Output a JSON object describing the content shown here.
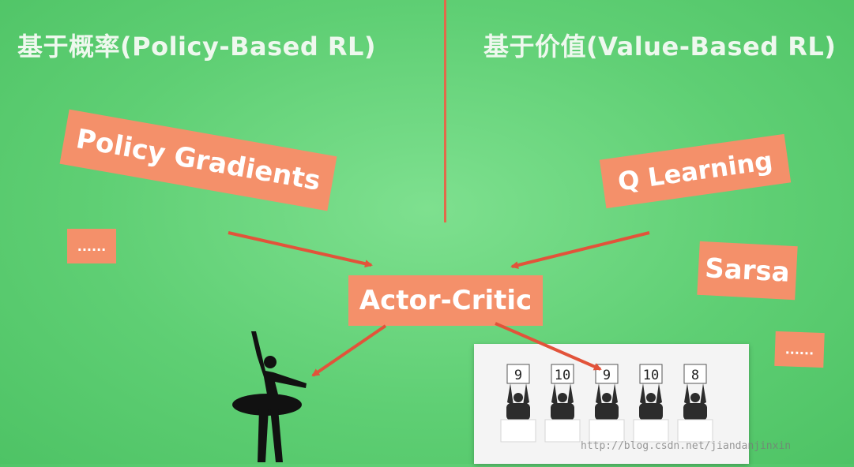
{
  "headings": {
    "left": "基于概率(Policy-Based RL)",
    "right": "基于价值(Value-Based RL)"
  },
  "boxes": {
    "policy_gradients": "Policy Gradients",
    "q_learning": "Q Learning",
    "sarsa": "Sarsa",
    "actor_critic": "Actor-Critic",
    "ellipsis_left": "......",
    "ellipsis_right": "......"
  },
  "judges": {
    "scores": [
      "9",
      "10",
      "9",
      "10",
      "8"
    ]
  },
  "watermark": "http://blog.csdn.net/jiandanjinxin",
  "colors": {
    "background": "#5fcf74",
    "box": "#f4906a",
    "arrow": "#e2533a",
    "heading": "#eef8ee"
  }
}
